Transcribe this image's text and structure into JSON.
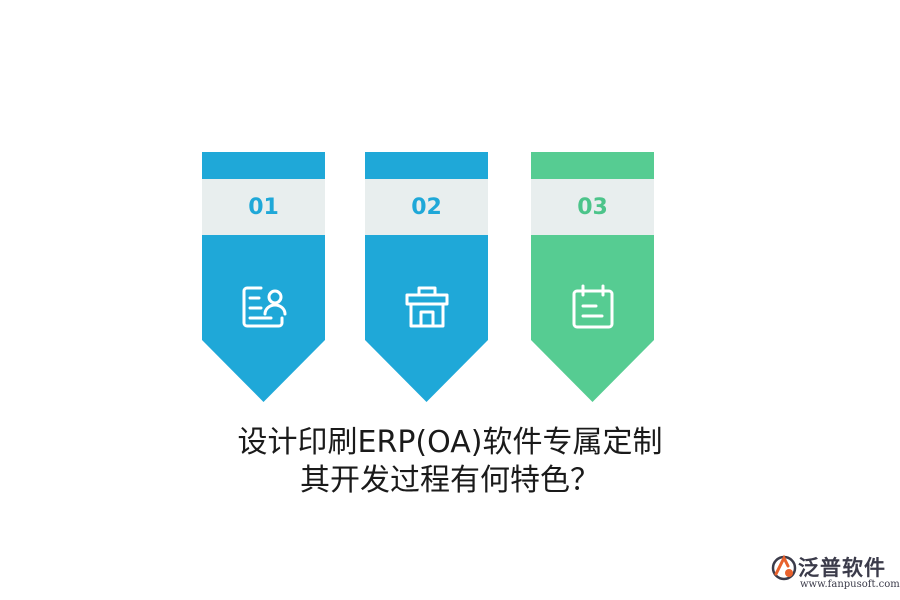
{
  "cards": [
    {
      "number": "01",
      "icon": "profile-card-icon",
      "color": "#1fa8d8",
      "number_color": "#1fa8d8"
    },
    {
      "number": "02",
      "icon": "gift-box-icon",
      "color": "#1fa8d8",
      "number_color": "#1fa8d8"
    },
    {
      "number": "03",
      "icon": "calendar-icon",
      "color": "#56cc92",
      "number_color": "#4cc48a"
    }
  ],
  "headline": {
    "line1": "设计印刷ERP(OA)软件专属定制",
    "line2": "其开发过程有何特色？"
  },
  "logo": {
    "name": "泛普软件",
    "url": "www.fanpusoft.com"
  }
}
